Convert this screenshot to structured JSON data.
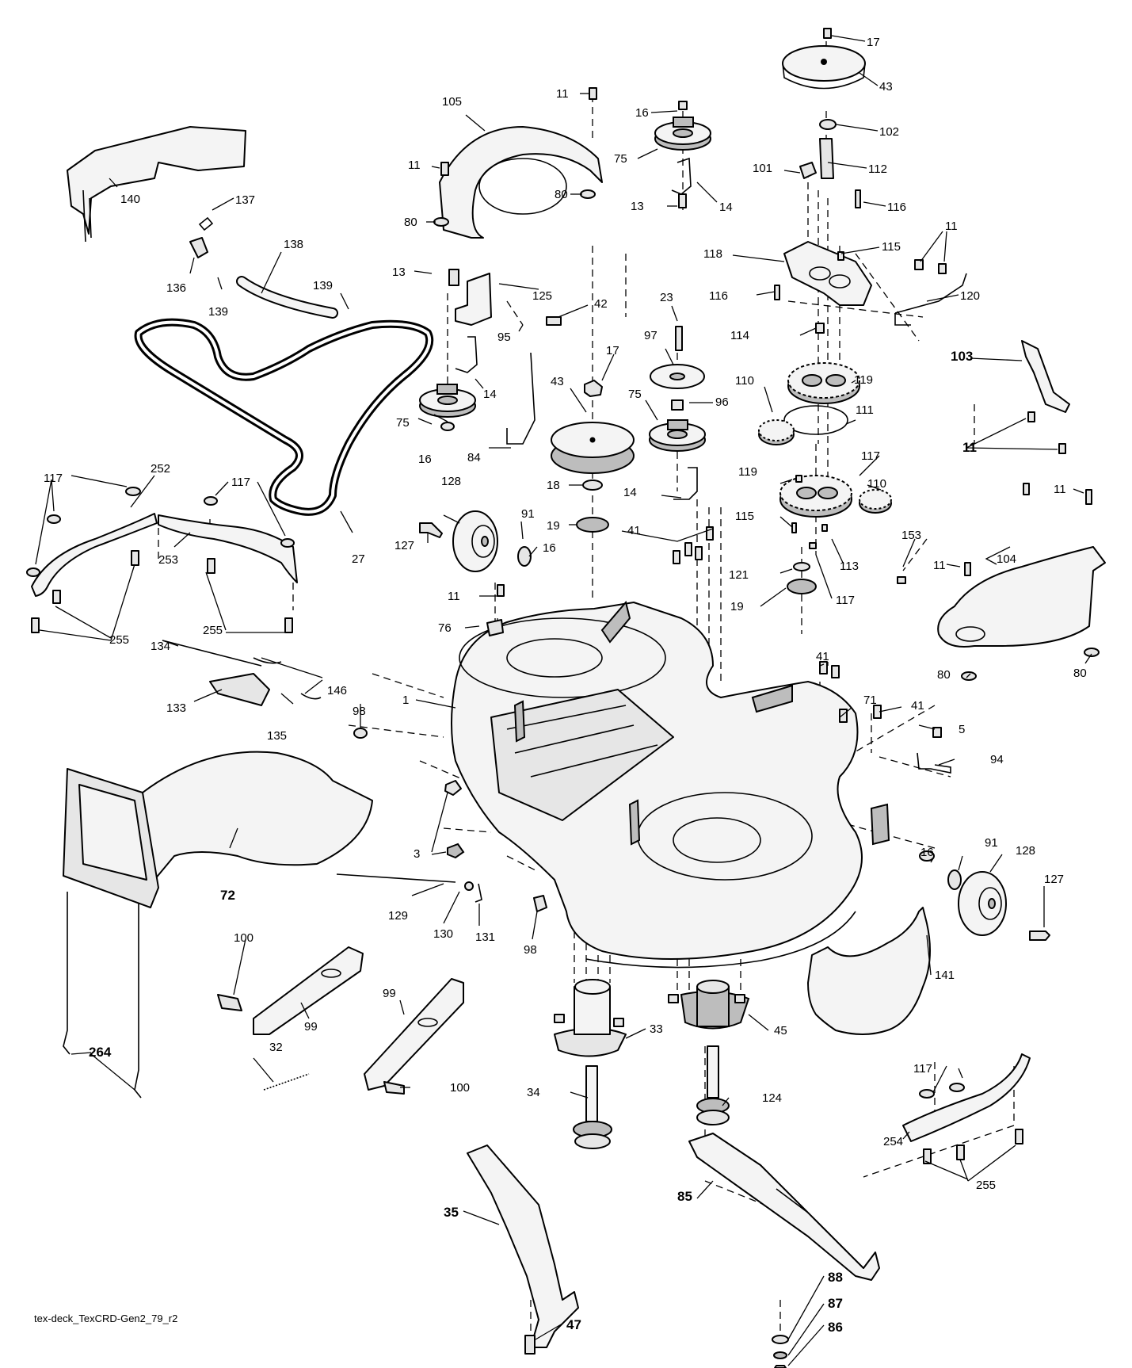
{
  "diagram": {
    "caption": "tex-deck_TexCRD-Gen2_79_r2",
    "labels": {
      "n17a": "17",
      "n43a": "43",
      "n102": "102",
      "n101": "101",
      "n112": "112",
      "n116a": "116",
      "n11a": "11",
      "n105": "105",
      "n16a": "16",
      "n75a": "75",
      "n14a": "14",
      "n13a": "13",
      "n11b": "11",
      "n80a": "80",
      "n80b": "80",
      "n140": "140",
      "n137": "137",
      "n138": "138",
      "n136": "136",
      "n139a": "139",
      "n139b": "139",
      "n118": "118",
      "n115a": "115",
      "n11c": "11",
      "n116b": "116",
      "n120": "120",
      "n13b": "13",
      "n125": "125",
      "n42": "42",
      "n95": "95",
      "n14b": "14",
      "n75b": "75",
      "n16b": "16",
      "n23": "23",
      "n97": "97",
      "n96": "96",
      "n75c": "75",
      "n17b": "17",
      "n43b": "43",
      "n84": "84",
      "n18": "18",
      "n14c": "14",
      "n19a": "19",
      "n114": "114",
      "n119a": "119",
      "n111": "111",
      "n110a": "110",
      "n117a": "117",
      "n119b": "119",
      "n110b": "110",
      "n115b": "115",
      "n113": "113",
      "n153": "153",
      "n121": "121",
      "n19b": "19",
      "n117b": "117",
      "n103": "103",
      "n11d": "11",
      "n11e": "11",
      "n104": "104",
      "n11f": "11",
      "n80c": "80",
      "n80d": "80",
      "n117c": "117",
      "n252": "252",
      "n117d": "117",
      "n253": "253",
      "n27": "27",
      "n255a": "255",
      "n255b": "255",
      "n128a": "128",
      "n127a": "127",
      "n91a": "91",
      "n16c": "16",
      "n41a": "41",
      "n11g": "11",
      "n76": "76",
      "n134": "134",
      "n146": "146",
      "n133": "133",
      "n135": "135",
      "n98a": "98",
      "n1": "1",
      "n41b": "41",
      "n71": "71",
      "n41c": "41",
      "n5": "5",
      "n94": "94",
      "n3": "3",
      "n72": "72",
      "n129": "129",
      "n130": "130",
      "n131": "131",
      "n98b": "98",
      "n16d": "16",
      "n91b": "91",
      "n128b": "128",
      "n127b": "127",
      "n100a": "100",
      "n99a": "99",
      "n99b": "99",
      "n32": "32",
      "n100b": "100",
      "n33": "33",
      "n45": "45",
      "n141": "141",
      "n264": "264",
      "n34": "34",
      "n124": "124",
      "n117e": "117",
      "n254": "254",
      "n255c": "255",
      "n35": "35",
      "n85": "85",
      "n88": "88",
      "n87": "87",
      "n47": "47",
      "n86": "86"
    }
  }
}
